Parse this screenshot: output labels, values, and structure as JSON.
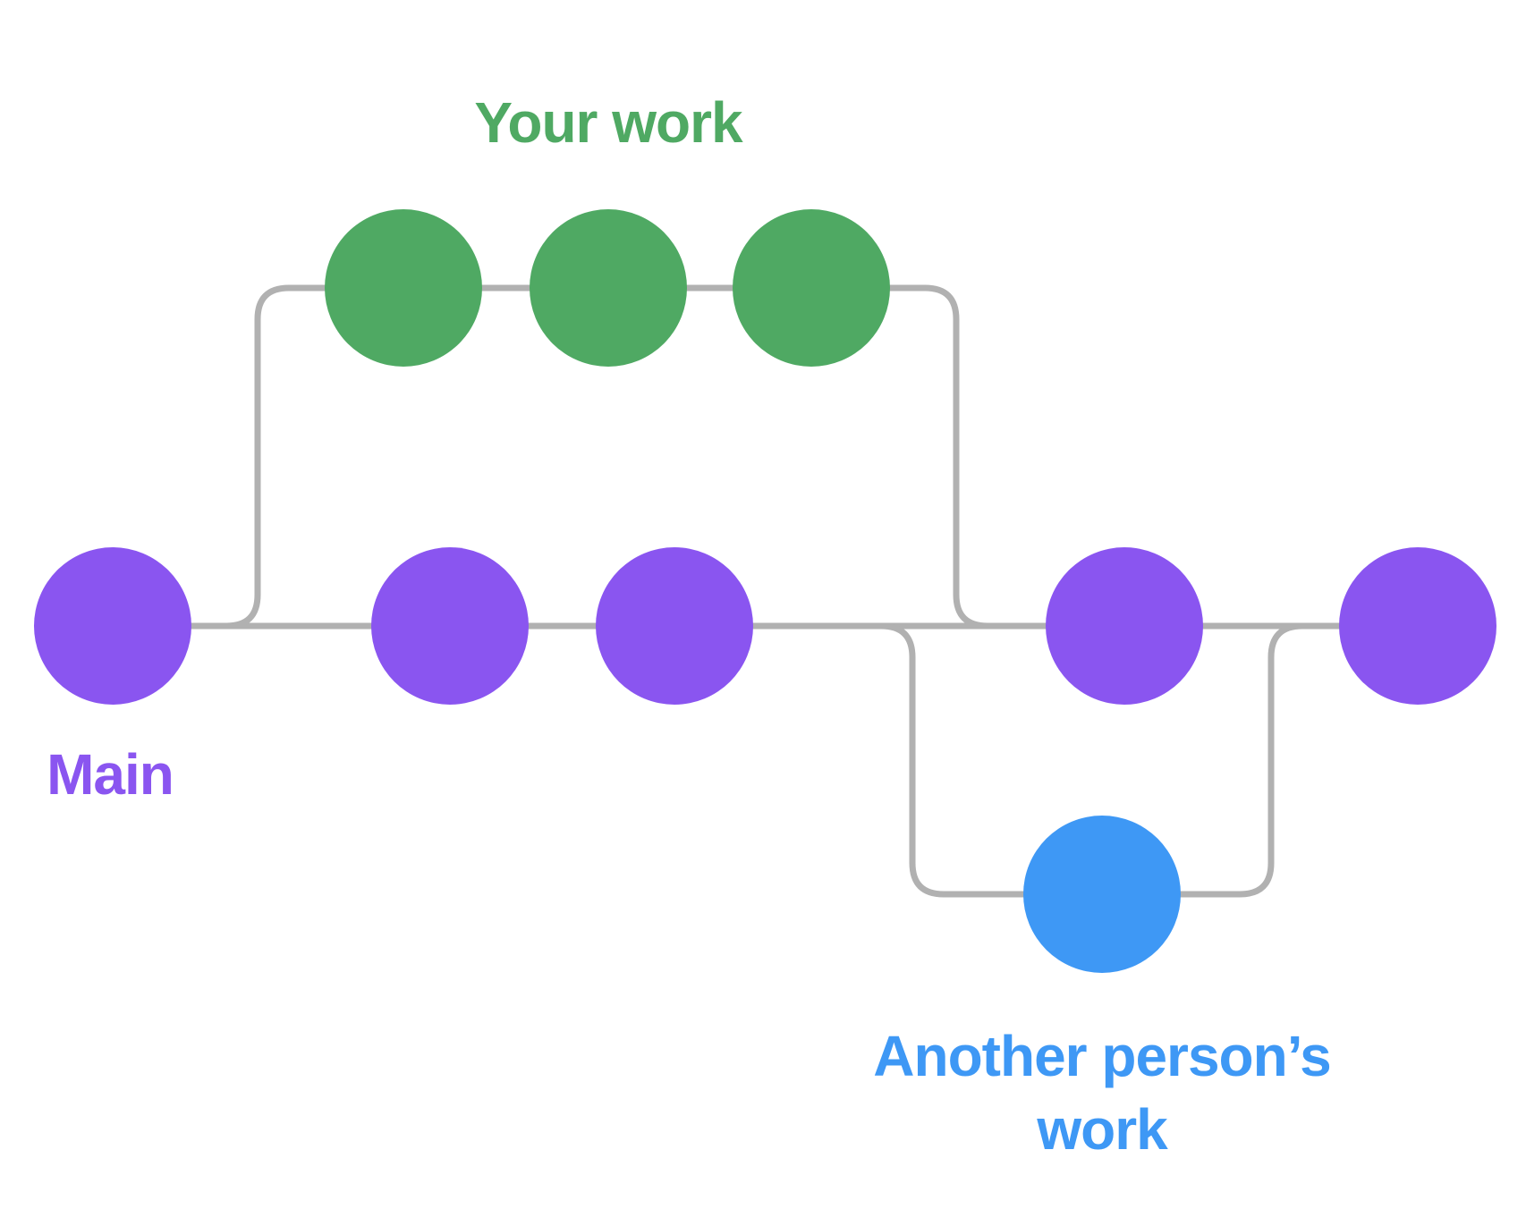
{
  "labels": {
    "your_work": "Your work",
    "main": "Main",
    "another_person_line1": "Another person’s",
    "another_person_line2": "work"
  },
  "colors": {
    "main_branch": "#8a55f0",
    "your_work_branch": "#4fa963",
    "another_branch": "#3e98f5",
    "connector": "#b1b1b1",
    "background": "#ffffff"
  },
  "diagram": {
    "type": "git-branching-diagram",
    "branches": [
      {
        "name": "Main",
        "color": "#8a55f0",
        "commit_count": 5
      },
      {
        "name": "Your work",
        "color": "#4fa963",
        "commit_count": 3,
        "forks_from": "Main",
        "merges_into": "Main"
      },
      {
        "name": "Another person’s work",
        "color": "#3e98f5",
        "commit_count": 1,
        "forks_from": "Main",
        "merges_into": "Main"
      }
    ]
  }
}
